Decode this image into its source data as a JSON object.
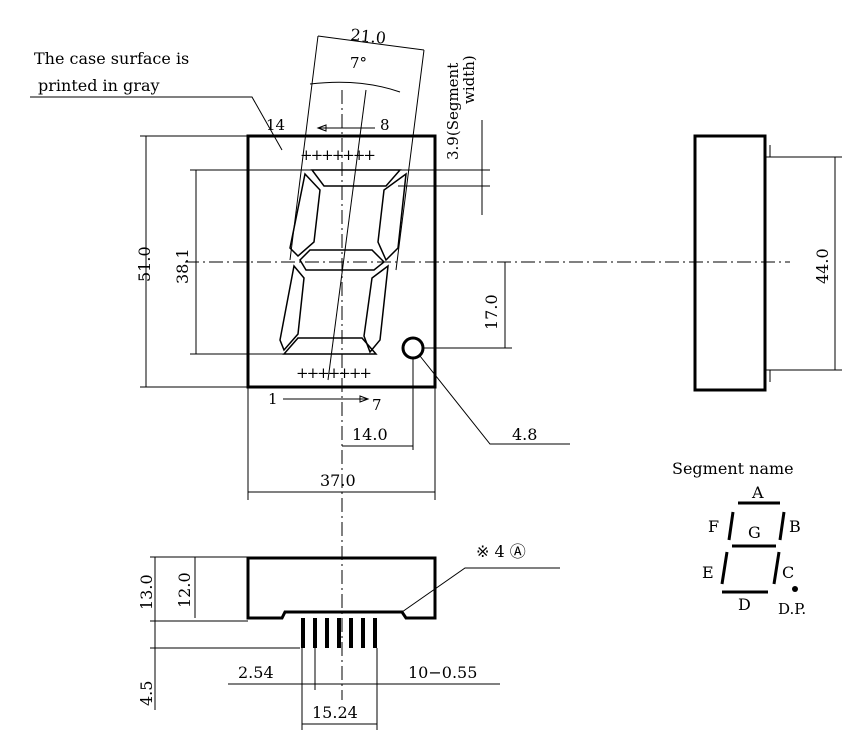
{
  "notes": {
    "case_surface_line1": "The case surface is",
    "case_surface_line2": "printed in gray",
    "segment_width": "3.9(Segment",
    "segment_width2": "width)",
    "pin_note": "※ 4 Ⓐ"
  },
  "dimensions": {
    "top_width": "21.0",
    "angle": "7°",
    "height_total": "51.0",
    "digit_height": "38.1",
    "dp_offset": "17.0",
    "side_height": "44.0",
    "pin_offset": "14.0",
    "dp_diameter": "4.8",
    "case_width": "37.0",
    "depth_total": "13.0",
    "depth_body": "12.0",
    "pin_length": "4.5",
    "pin_pitch": "2.54",
    "pin_spec": "10−0.55",
    "pin_span": "15.24"
  },
  "pins": {
    "top_left": "14",
    "top_right": "8",
    "bottom_left": "1",
    "bottom_right": "7"
  },
  "segment_names": {
    "title": "Segment  name",
    "a": "A",
    "b": "B",
    "c": "C",
    "d": "D",
    "e": "E",
    "f": "F",
    "g": "G",
    "dp": "D.P."
  }
}
